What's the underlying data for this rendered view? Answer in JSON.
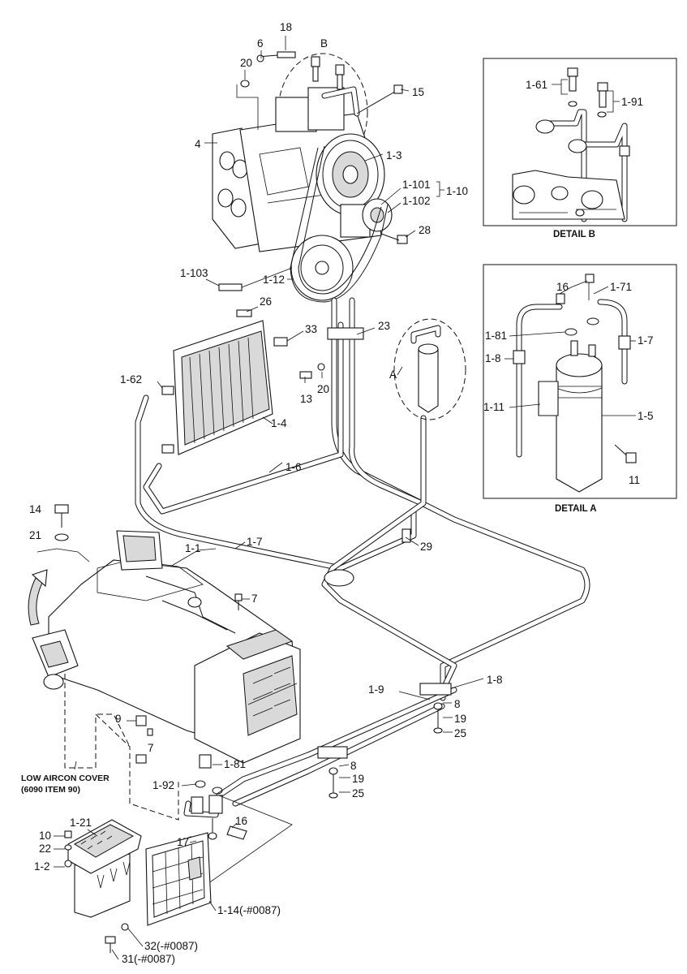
{
  "labels": {
    "p18": "18",
    "p6": "6",
    "p20a": "20",
    "pB": "B",
    "p15": "15",
    "p4": "4",
    "p1_3": "1-3",
    "p1_101": "1-101",
    "p1_102": "1-102",
    "p1_10": "1-10",
    "p28": "28",
    "p1_103": "1-103",
    "p1_12": "1-12",
    "p26": "26",
    "p33": "33",
    "p23": "23",
    "p1_62": "1-62",
    "p13": "13",
    "p20b": "20",
    "p1_4": "1-4",
    "pA": "A",
    "p1_6": "1-6",
    "p14": "14",
    "p21": "21",
    "p1_1": "1-1",
    "p1_7": "1-7",
    "p29": "29",
    "p7a": "7",
    "p7b": "7",
    "p9": "9",
    "p1_9": "1-9",
    "p1_8": "1-8",
    "p8a": "8",
    "p19a": "19",
    "p25a": "25",
    "p8b": "8",
    "p19b": "19",
    "p25b": "25",
    "p1_81": "1-81",
    "p1_92": "1-92",
    "p16": "16",
    "p17": "17",
    "p1_21": "1-21",
    "p10": "10",
    "p22": "22",
    "p1_2": "1-2",
    "p1_14": "1-14(-#0087)",
    "p32": "32(-#0087)",
    "p31": "31(-#0087)",
    "low_cover_line1": "LOW AIRCON COVER",
    "low_cover_line2": "(6090 ITEM 90)"
  },
  "detail_b": {
    "caption": "DETAIL B",
    "p1_61": "1-61",
    "p1_91": "1-91"
  },
  "detail_a": {
    "caption": "DETAIL A",
    "p16": "16",
    "p1_71": "1-71",
    "p1_81": "1-81",
    "p1_7": "1-7",
    "p1_8": "1-8",
    "p1_11": "1-11",
    "p1_5": "1-5",
    "p11": "11"
  }
}
